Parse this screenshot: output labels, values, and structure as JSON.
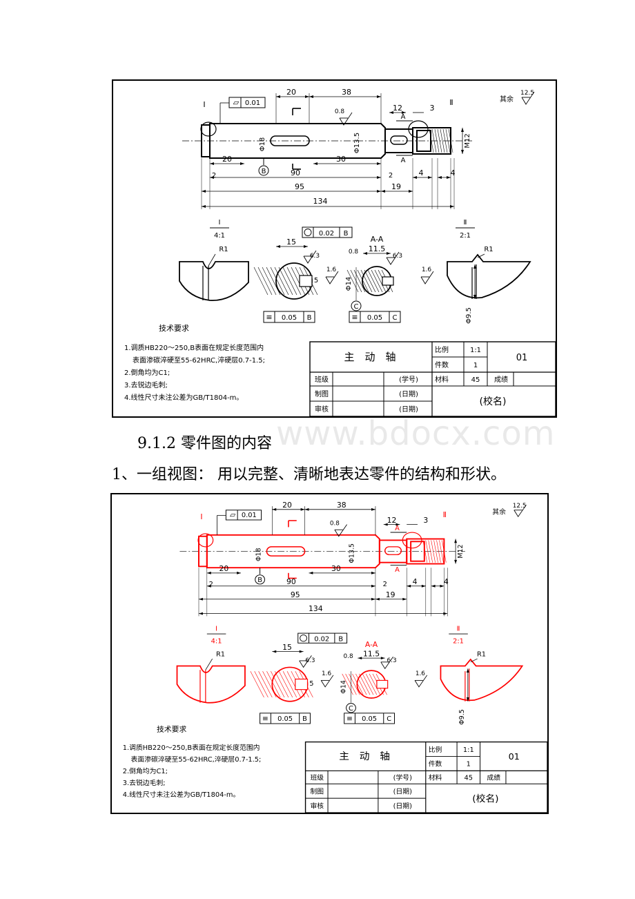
{
  "section": {
    "title": "9.1.2 零件图的内容",
    "point1": "1、一组视图： 用以完整、清晰地表达零件的结构和形状。"
  },
  "watermark": "www.bdocx.com",
  "drawing": {
    "dims": {
      "d20a": "20",
      "d38": "38",
      "d12": "12",
      "d3": "3",
      "d20b": "20",
      "d90": "90",
      "d30": "30",
      "d2a": "2",
      "d2b": "2",
      "d4a": "4",
      "d4b": "4",
      "d95": "95",
      "d19": "19",
      "d134": "134",
      "phi18": "Φ18",
      "phi13_5": "Φ13.5",
      "m12": "M12",
      "d15": "15",
      "d11_5": "11.5",
      "phi14": "Φ14",
      "phi9_5": "Φ9.5",
      "d5": "5",
      "r1a": "R1",
      "r1b": "R1",
      "d6_3a": "6.3",
      "d6_3b": "6.3",
      "d1_6a": "1.6",
      "d1_6b": "1.6",
      "d0_8a": "0.8",
      "d0_8b": "0.8"
    },
    "tolerances": {
      "flat": "0.01",
      "coax": "0.02",
      "coax_ref": "B",
      "sym1": "0.05",
      "sym1_ref": "B",
      "sym2": "0.05",
      "sym2_ref": "C"
    },
    "labels": {
      "detail_I": "I",
      "scale_I": "4:1",
      "detail_II": "Ⅱ",
      "scale_II": "2:1",
      "datum_B": "B",
      "datum_C": "C",
      "section_AA": "A-A",
      "sec_A": "A",
      "roughness_other": "其余",
      "roughness_other_val": "12.5"
    },
    "tech_req": {
      "title": "技术要求",
      "items": [
        "1.调质HB220～250,B表面在规定长度范围内",
        "表面渗碳淬硬至55-62HRC,淬硬层0.7-1.5;",
        "2.倒角均为C1;",
        "3.去锐边毛刺;",
        "4.线性尺寸未注公差为GB/T1804-m。"
      ]
    },
    "title_block": {
      "name": "主　动　轴",
      "scale_label": "比例",
      "scale_value": "1:1",
      "qty_label": "件数",
      "qty_value": "1",
      "drawing_no": "01",
      "class_label": "班级",
      "student_no": "(学号)",
      "material_label": "材料",
      "material_value": "45",
      "grade_label": "成绩",
      "drawn_label": "制图",
      "date1": "(日期)",
      "checked_label": "审核",
      "date2": "(日期)",
      "school": "(校名)"
    }
  }
}
